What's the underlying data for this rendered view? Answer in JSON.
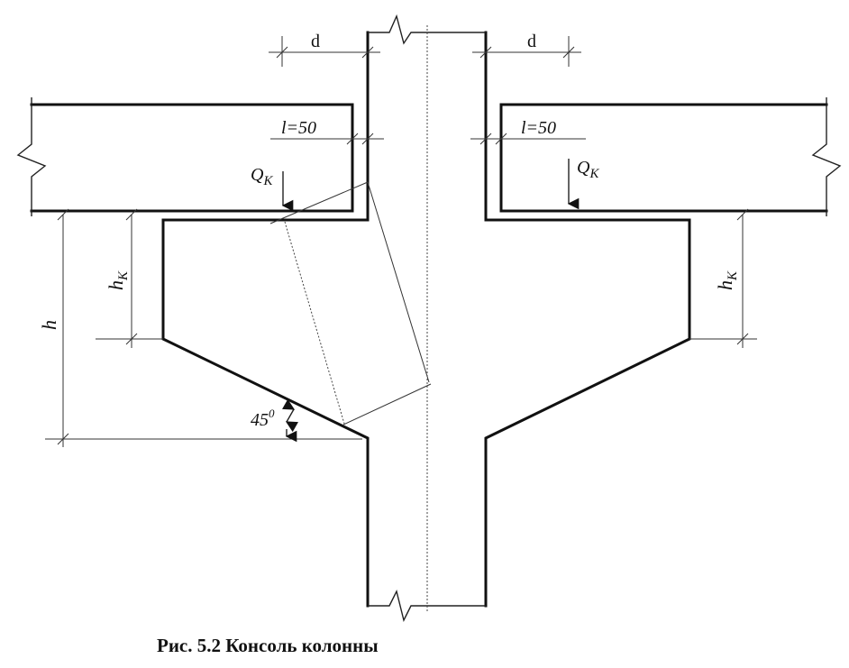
{
  "labels": {
    "d": "d",
    "l": "l=50",
    "Q": "Q",
    "Q_sub": "K",
    "h": "h",
    "hk": "h",
    "hk_sub": "K",
    "angle": "45",
    "angle_sup": "0"
  },
  "caption": "Рис. 5.2 Консоль колонны"
}
